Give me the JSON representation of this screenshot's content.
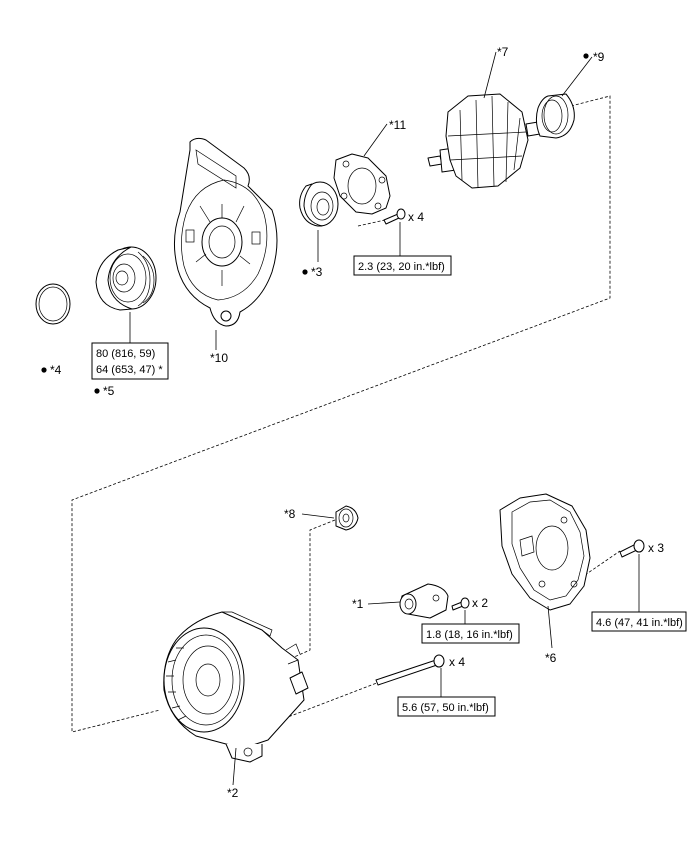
{
  "callouts": {
    "c1": "*1",
    "c2": "*2",
    "c3": "*3",
    "c4": "*4",
    "c4x": "x 4",
    "c5": "*5",
    "c6": "*6",
    "c7": "*7",
    "c8": "*8",
    "c9": "*9",
    "c10": "*10",
    "c11": "*11"
  },
  "quantities": {
    "q_bolt_retainer": "x 4",
    "q_bolt_1": "x 2",
    "q_bolt_through": "x 4",
    "q_bolt_cover": "x 3"
  },
  "torques": {
    "t_retainer": "2.3 (23, 20 in.*lbf)",
    "t_pulley_1": "80 (816, 59)",
    "t_pulley_2": "64 (653, 47) *",
    "t_part1": "1.8 (18, 16 in.*lbf)",
    "t_through": "5.6 (57, 50 in.*lbf)",
    "t_cover": "4.6 (47, 41 in.*lbf)"
  },
  "icons": {
    "non_reusable": "filled-dot-icon"
  }
}
